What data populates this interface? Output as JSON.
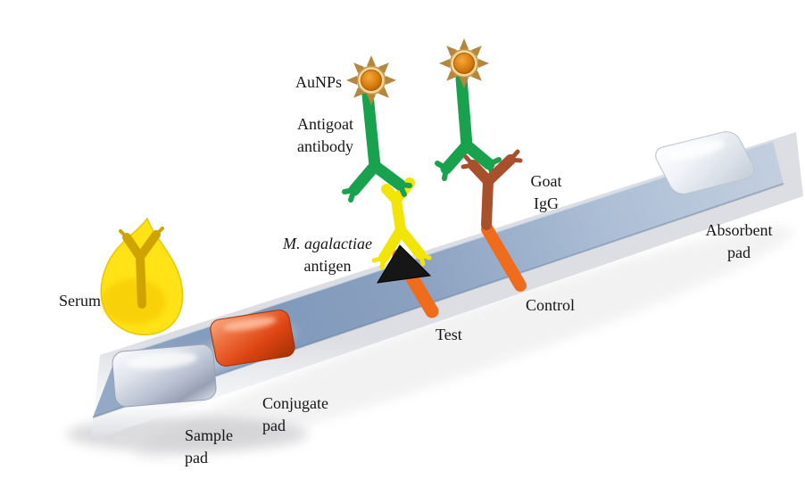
{
  "figure": {
    "type": "lateral-flow-immunoassay-diagram",
    "labels": {
      "aunps": "AuNPs",
      "antigoat_antibody": [
        "Antigoat",
        "antibody"
      ],
      "m_agalactiae_antigen": [
        "M. agalactiae",
        "antigen"
      ],
      "serum": "Serum",
      "sample_pad": [
        "Sample",
        "pad"
      ],
      "conjugate_pad": [
        "Conjugate",
        "pad"
      ],
      "test": "Test",
      "control": "Control",
      "goat_igg": [
        "Goat",
        "IgG"
      ],
      "absorbent_pad": [
        "Absorbent",
        "pad"
      ]
    },
    "icons": {
      "aunp": "sunburst-gold-nanoparticle",
      "antibody": "y-shaped-antibody",
      "antigen": "black-triangle",
      "serum": "liquid-drop"
    },
    "colors": {
      "membrane_blue": "#8ba1c0",
      "strip_base_grey": "#ececef",
      "line_orange": "#ee6c1c",
      "conjugate_pad_red": "#de4413",
      "sample_pad_silver": "#c6cdd9",
      "absorbent_pad_white": "#eef1f6",
      "antigoat_antibody_green": "#18a24d",
      "detection_antibody_yellow": "#f2e405",
      "goat_igg_brown": "#a8502c",
      "serum_drop_yellow": "#ffe316",
      "serum_antibody_gold": "#cfa300",
      "aunp_gold_orange": "#d87d0e",
      "aunp_ray_tan": "#b5873e",
      "antigen_black": "#161616"
    }
  }
}
